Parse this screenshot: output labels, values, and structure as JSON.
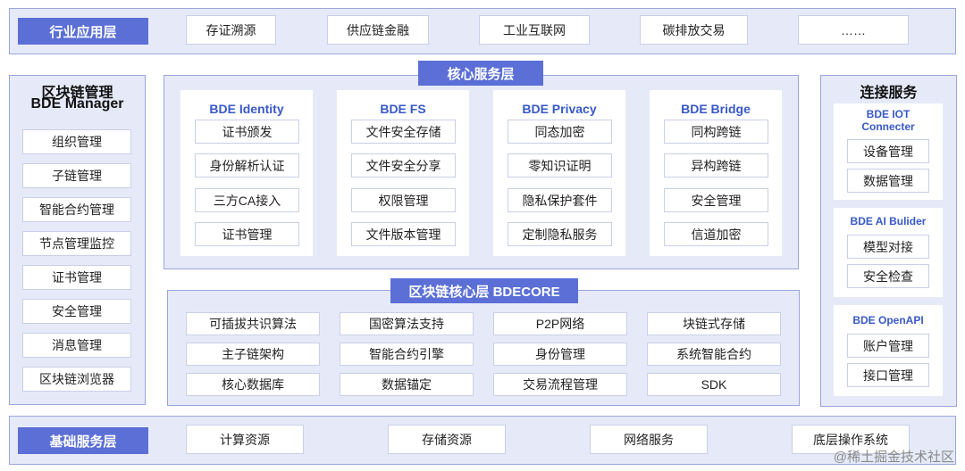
{
  "industry": {
    "label": "行业应用层",
    "items": [
      "存证溯源",
      "供应链金融",
      "工业互联网",
      "碳排放交易",
      "……"
    ]
  },
  "manager": {
    "title_line1": "区块链管理",
    "title_line2": "BDE Manager",
    "items": [
      "组织管理",
      "子链管理",
      "智能合约管理",
      "节点管理监控",
      "证书管理",
      "安全管理",
      "消息管理",
      "区块链浏览器"
    ]
  },
  "core": {
    "label": "核心服务层",
    "columns": [
      {
        "title": "BDE Identity",
        "items": [
          "证书颁发",
          "身份解析认证",
          "三方CA接入",
          "证书管理"
        ]
      },
      {
        "title": "BDE FS",
        "items": [
          "文件安全存储",
          "文件安全分享",
          "权限管理",
          "文件版本管理"
        ]
      },
      {
        "title": "BDE Privacy",
        "items": [
          "同态加密",
          "零知识证明",
          "隐私保护套件",
          "定制隐私服务"
        ]
      },
      {
        "title": "BDE Bridge",
        "items": [
          "同构跨链",
          "异构跨链",
          "安全管理",
          "信道加密"
        ]
      }
    ]
  },
  "bdecore": {
    "label": "区块链核心层 BDECORE",
    "rows": [
      [
        "可插拔共识算法",
        "国密算法支持",
        "P2P网络",
        "块链式存储"
      ],
      [
        "主子链架构",
        "智能合约引擎",
        "身份管理",
        "系统智能合约"
      ],
      [
        "核心数据库",
        "数据锚定",
        "交易流程管理",
        "SDK"
      ]
    ]
  },
  "connect": {
    "title": "连接服务",
    "groups": [
      {
        "title_line1": "BDE IOT",
        "title_line2": "Connecter",
        "items": [
          "设备管理",
          "数据管理"
        ]
      },
      {
        "title_line1": "BDE AI Bulider",
        "title_line2": "",
        "items": [
          "模型对接",
          "安全检查"
        ]
      },
      {
        "title_line1": "BDE OpenAPI",
        "title_line2": "",
        "items": [
          "账户管理",
          "接口管理"
        ]
      }
    ]
  },
  "base": {
    "label": "基础服务层",
    "items": [
      "计算资源",
      "存储资源",
      "网络服务",
      "底层操作系统"
    ]
  },
  "watermark": "@稀土掘金技术社区",
  "colors": {
    "accent": "#5b6fd6",
    "title_blue": "#3858c9",
    "panel": "#e6eaf8",
    "border": "#9aa6dc"
  }
}
